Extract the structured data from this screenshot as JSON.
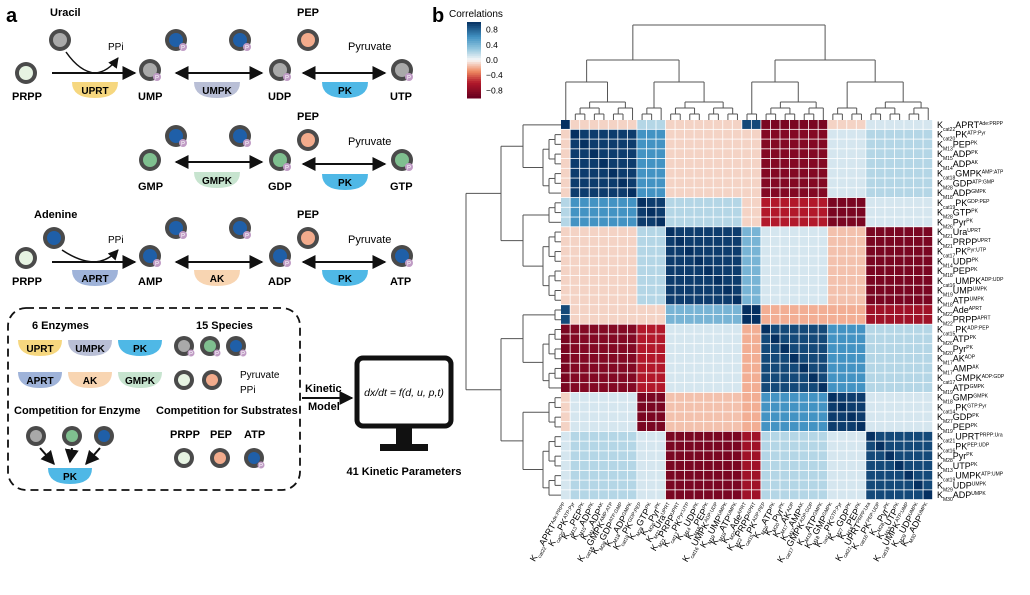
{
  "panel_a": {
    "label": "a",
    "row_uracil": {
      "in_species": "Uracil",
      "out_species": "PPi",
      "substrate": "PRPP",
      "enzyme1": "UPRT",
      "product1": "UMP",
      "enzyme2": "UMPK",
      "product2": "UDP",
      "cofactor_in": "PEP",
      "cofactor_out": "Pyruvate",
      "enzyme3": "PK",
      "product3": "UTP"
    },
    "row_gmp": {
      "substrate": "GMP",
      "enzyme1": "GMPK",
      "product1": "GDP",
      "cofactor_in": "PEP",
      "cofactor_out": "Pyruvate",
      "enzyme2": "PK",
      "product2": "GTP"
    },
    "row_adenine": {
      "in_species": "Adenine",
      "out_species": "PPi",
      "substrate": "PRPP",
      "enzyme1": "APRT",
      "product1": "AMP",
      "enzyme2": "AK",
      "product2": "ADP",
      "cofactor_in": "PEP",
      "cofactor_out": "Pyruvate",
      "enzyme3": "PK",
      "product3": "ATP"
    },
    "phospho_mark": "P",
    "summary": {
      "enzymes_title": "6 Enzymes",
      "enzymes": [
        "UPRT",
        "UMPK",
        "PK",
        "APRT",
        "AK",
        "GMPK"
      ],
      "species_title": "15 Species",
      "species_extra": [
        "Pyruvate",
        "PPi"
      ],
      "competition_enzyme_title": "Competition for Enzyme",
      "competition_enzyme_label": "PK",
      "competition_substrates_title": "Competition for Substrates",
      "competition_substrates": [
        "PRPP",
        "PEP",
        "ATP"
      ]
    },
    "model": {
      "arrow_label_1": "Kinetic",
      "arrow_label_2": "Model",
      "equation": "dx/dt = f(d, u, p,t)",
      "params_caption": "41 Kinetic Parameters"
    }
  },
  "colors": {
    "UPRT": "#f6d77f",
    "UMPK": "#b9bfd6",
    "PK": "#4fb8e6",
    "APRT": "#9fb3d9",
    "AK": "#f8d5b2",
    "GMPK": "#c7e4cf",
    "node_ring": "#4a4a4a",
    "node_gray": "#a9a9a9",
    "node_blue": "#1f5fa8",
    "node_green": "#7fbf8f",
    "node_light": "#e6f3e2",
    "node_salmon": "#f2ab8c",
    "phospho": "#c09cc5"
  },
  "panel_b": {
    "label": "b",
    "colorbar_title": "Correlations",
    "colorbar_ticks": [
      "0.8",
      "0.4",
      "0.0",
      "−0.4",
      "−0.8"
    ],
    "row_labels": [
      [
        "K",
        "cat22",
        "APRT",
        "Ade:PRPP"
      ],
      [
        "K",
        "cat20",
        "PK",
        "ATP:Pyr"
      ],
      [
        "K",
        "M13",
        "PEP",
        "PK"
      ],
      [
        "K",
        "M15",
        "ADP",
        "PK"
      ],
      [
        "K",
        "M14",
        "ADP",
        "AK"
      ],
      [
        "K",
        "cat18",
        "GMPK",
        "AMP:ATP"
      ],
      [
        "K",
        "M28",
        "GDP",
        "ATP:GMP"
      ],
      [
        "K",
        "M18",
        "ADP",
        "GMPK"
      ],
      [
        "K",
        "cat19",
        "PK",
        "GDP:PEP"
      ],
      [
        "K",
        "M28",
        "GTP",
        "PK"
      ],
      [
        "K",
        "M26",
        "Pyr",
        "PK"
      ],
      [
        "K",
        "M21",
        "Ura",
        "UPRT"
      ],
      [
        "K",
        "M21",
        "PRPP",
        "UPRT"
      ],
      [
        "K",
        "cat17",
        "PK",
        "Pyr:UTP"
      ],
      [
        "K",
        "M14",
        "UDP",
        "PK"
      ],
      [
        "K",
        "M18",
        "PEP",
        "PK"
      ],
      [
        "K",
        "cat16",
        "UMPK",
        "ADP:UDP"
      ],
      [
        "K",
        "M19",
        "UMP",
        "UMPK"
      ],
      [
        "K",
        "M18",
        "ATP",
        "UMPK"
      ],
      [
        "K",
        "M22",
        "Ade",
        "APRT"
      ],
      [
        "K",
        "M22",
        "PRPP",
        "APRT"
      ],
      [
        "K",
        "cat15",
        "PK",
        "ADP:PEP"
      ],
      [
        "K",
        "M26",
        "ATP",
        "PK"
      ],
      [
        "K",
        "M20",
        "Pyr",
        "PK"
      ],
      [
        "K",
        "M17",
        "AK",
        "ADP"
      ],
      [
        "K",
        "M17",
        "AMP",
        "AK"
      ],
      [
        "K",
        "cat17",
        "GMPK",
        "ADP:GDP"
      ],
      [
        "K",
        "M19",
        "ATP",
        "GMPK"
      ],
      [
        "K",
        "M18",
        "GMP",
        "GMPK"
      ],
      [
        "K",
        "cat14",
        "PK",
        "GTP:Pyr"
      ],
      [
        "K",
        "M27",
        "GDP",
        "PK"
      ],
      [
        "K",
        "M19",
        "PEP",
        "PK"
      ],
      [
        "K",
        "cat21",
        "UPRT",
        "PRPP:Ura"
      ],
      [
        "K",
        "cat16",
        "PK",
        "PEP:UDP"
      ],
      [
        "K",
        "M28",
        "Pyr",
        "PK"
      ],
      [
        "K",
        "M13",
        "UTP",
        "PK"
      ],
      [
        "K",
        "cat19",
        "UMPK",
        "ATP:UMP"
      ],
      [
        "K",
        "M29",
        "UDP",
        "UMPK"
      ],
      [
        "K",
        "M30",
        "ADP",
        "UMPK"
      ]
    ]
  },
  "chart_data": {
    "type": "heatmap",
    "title": "",
    "colorbar_title": "Correlations",
    "colorbar_range": [
      -1,
      1
    ],
    "colorbar_ticks": [
      0.8,
      0.4,
      0.0,
      -0.4,
      -0.8
    ],
    "size": 39,
    "row_cluster": [
      0,
      1,
      1,
      1,
      1,
      1,
      1,
      1,
      2,
      2,
      2,
      3,
      3,
      3,
      3,
      3,
      3,
      3,
      3,
      4,
      4,
      5,
      5,
      5,
      5,
      5,
      5,
      5,
      6,
      6,
      6,
      6,
      7,
      7,
      7,
      7,
      7,
      7,
      7
    ],
    "col_order_same_as_rows": true,
    "cluster_correlation": [
      [
        1.0,
        -0.1,
        0.2,
        -0.1,
        0.9,
        -0.9,
        -0.1,
        0.1
      ],
      [
        -0.1,
        0.95,
        0.6,
        -0.1,
        -0.1,
        -0.85,
        0.1,
        0.2
      ],
      [
        0.2,
        0.6,
        0.95,
        0.2,
        -0.1,
        -0.6,
        -0.9,
        0.1
      ],
      [
        -0.1,
        -0.1,
        0.2,
        0.95,
        0.4,
        0.1,
        -0.15,
        -0.9
      ],
      [
        0.9,
        -0.1,
        -0.1,
        0.4,
        1.0,
        -0.2,
        -0.2,
        -0.7
      ],
      [
        -0.9,
        -0.85,
        -0.6,
        0.1,
        -0.2,
        0.9,
        0.6,
        0.2
      ],
      [
        -0.1,
        0.1,
        -0.9,
        -0.15,
        -0.2,
        0.6,
        0.95,
        0.1
      ],
      [
        0.1,
        0.2,
        0.1,
        -0.9,
        -0.7,
        0.2,
        0.1,
        0.9
      ]
    ]
  }
}
